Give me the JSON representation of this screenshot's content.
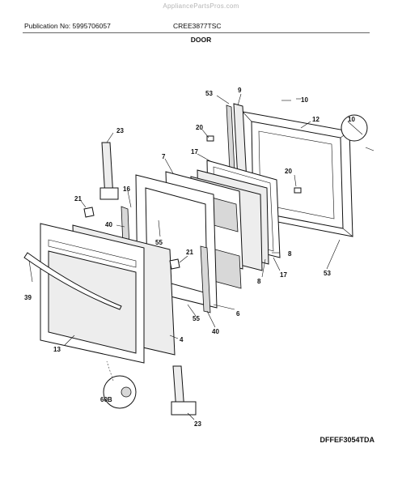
{
  "watermark": "AppliancePartsPros.com",
  "header": {
    "publication": "Publication No: 5995706057",
    "model": "CREE3877TSC",
    "section": "DOOR"
  },
  "footer": {
    "diagram_code": "DFFEF3054TDA"
  },
  "callouts": {
    "c53a": "53",
    "c9": "9",
    "c10": "10",
    "c12": "12",
    "c10b": "10",
    "c20a": "20",
    "c20b": "20",
    "c23a": "23",
    "c17a": "17",
    "c7": "7",
    "c16": "16",
    "c21a": "21",
    "c40a": "40",
    "c55a": "55",
    "c8a": "8",
    "c39": "39",
    "c21b": "21",
    "c8b": "8",
    "c17b": "17",
    "c53b": "53",
    "c6": "6",
    "c55b": "55",
    "c40b": "40",
    "c4": "4",
    "c13": "13",
    "c60b": "60B",
    "c23b": "23"
  }
}
